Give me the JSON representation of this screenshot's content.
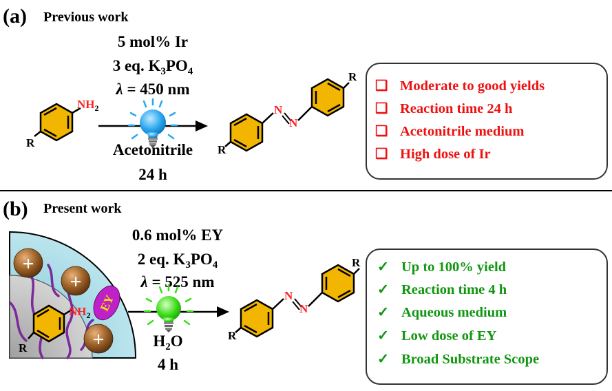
{
  "colors": {
    "ring_fill": "#f2b500",
    "red_text": "#ee1111",
    "green_text": "#129612",
    "blue_bulb": "#2aa7ee",
    "green_bulb": "#3ddc1a",
    "nitrogen": "#ff2020",
    "particle": "#a0642a",
    "micelle_water": "#a8dbe4",
    "micelle_core": "#b4b4b4",
    "chain": "#7a2a9a",
    "eosin": "#c020c8",
    "eosin_text": "#f5e600"
  },
  "panel_a": {
    "label": "(a)",
    "title": "Previous work",
    "conditions": {
      "catalyst": "5 mol% Ir",
      "base_prefix": "3 eq. K",
      "base_sub1": "3",
      "base_mid": "PO",
      "base_sub2": "4",
      "lambda_symbol": "λ",
      "lambda_value": " = 450 nm",
      "solvent": "Acetonitrile",
      "time": "24 h"
    },
    "reactant_nh2": "NH",
    "reactant_nh2_sub": "2",
    "reactant_r": "R",
    "product_n1": "N",
    "product_n2": "N",
    "product_r1": "R",
    "product_r2": "R",
    "icons": [
      "blue-lightbulb-icon",
      "checkbox-icon"
    ],
    "items": [
      {
        "icon": "❑",
        "text": "Moderate to good yields"
      },
      {
        "icon": "❑",
        "text": "Reaction time 24 h"
      },
      {
        "icon": "❑",
        "text": "Acetonitrile medium"
      },
      {
        "icon": "❑",
        "text": "High dose of Ir"
      }
    ]
  },
  "panel_b": {
    "label": "(b)",
    "title": "Present work",
    "conditions": {
      "catalyst": "0.6 mol% EY",
      "base_prefix": "2 eq. K",
      "base_sub1": "3",
      "base_mid": "PO",
      "base_sub2": "4",
      "lambda_symbol": "λ",
      "lambda_value": " = 525 nm",
      "solvent_main": "H",
      "solvent_sub": "2",
      "solvent_tail": "O",
      "time": "4 h"
    },
    "micelle": {
      "plus": "+",
      "eosin_label": "EY",
      "nh2": "NH",
      "nh2_sub": "2",
      "r": "R"
    },
    "product_n1": "N",
    "product_n2": "N",
    "product_r1": "R",
    "product_r2": "R",
    "icons": [
      "green-lightbulb-icon",
      "checkmark-icon"
    ],
    "items": [
      {
        "icon": "✓",
        "text": "Up to 100% yield"
      },
      {
        "icon": "✓",
        "text": "Reaction time 4 h"
      },
      {
        "icon": "✓",
        "text": "Aqueous medium"
      },
      {
        "icon": "✓",
        "text": "Low dose of EY"
      },
      {
        "icon": "✓",
        "text": "Broad Substrate Scope"
      }
    ]
  }
}
